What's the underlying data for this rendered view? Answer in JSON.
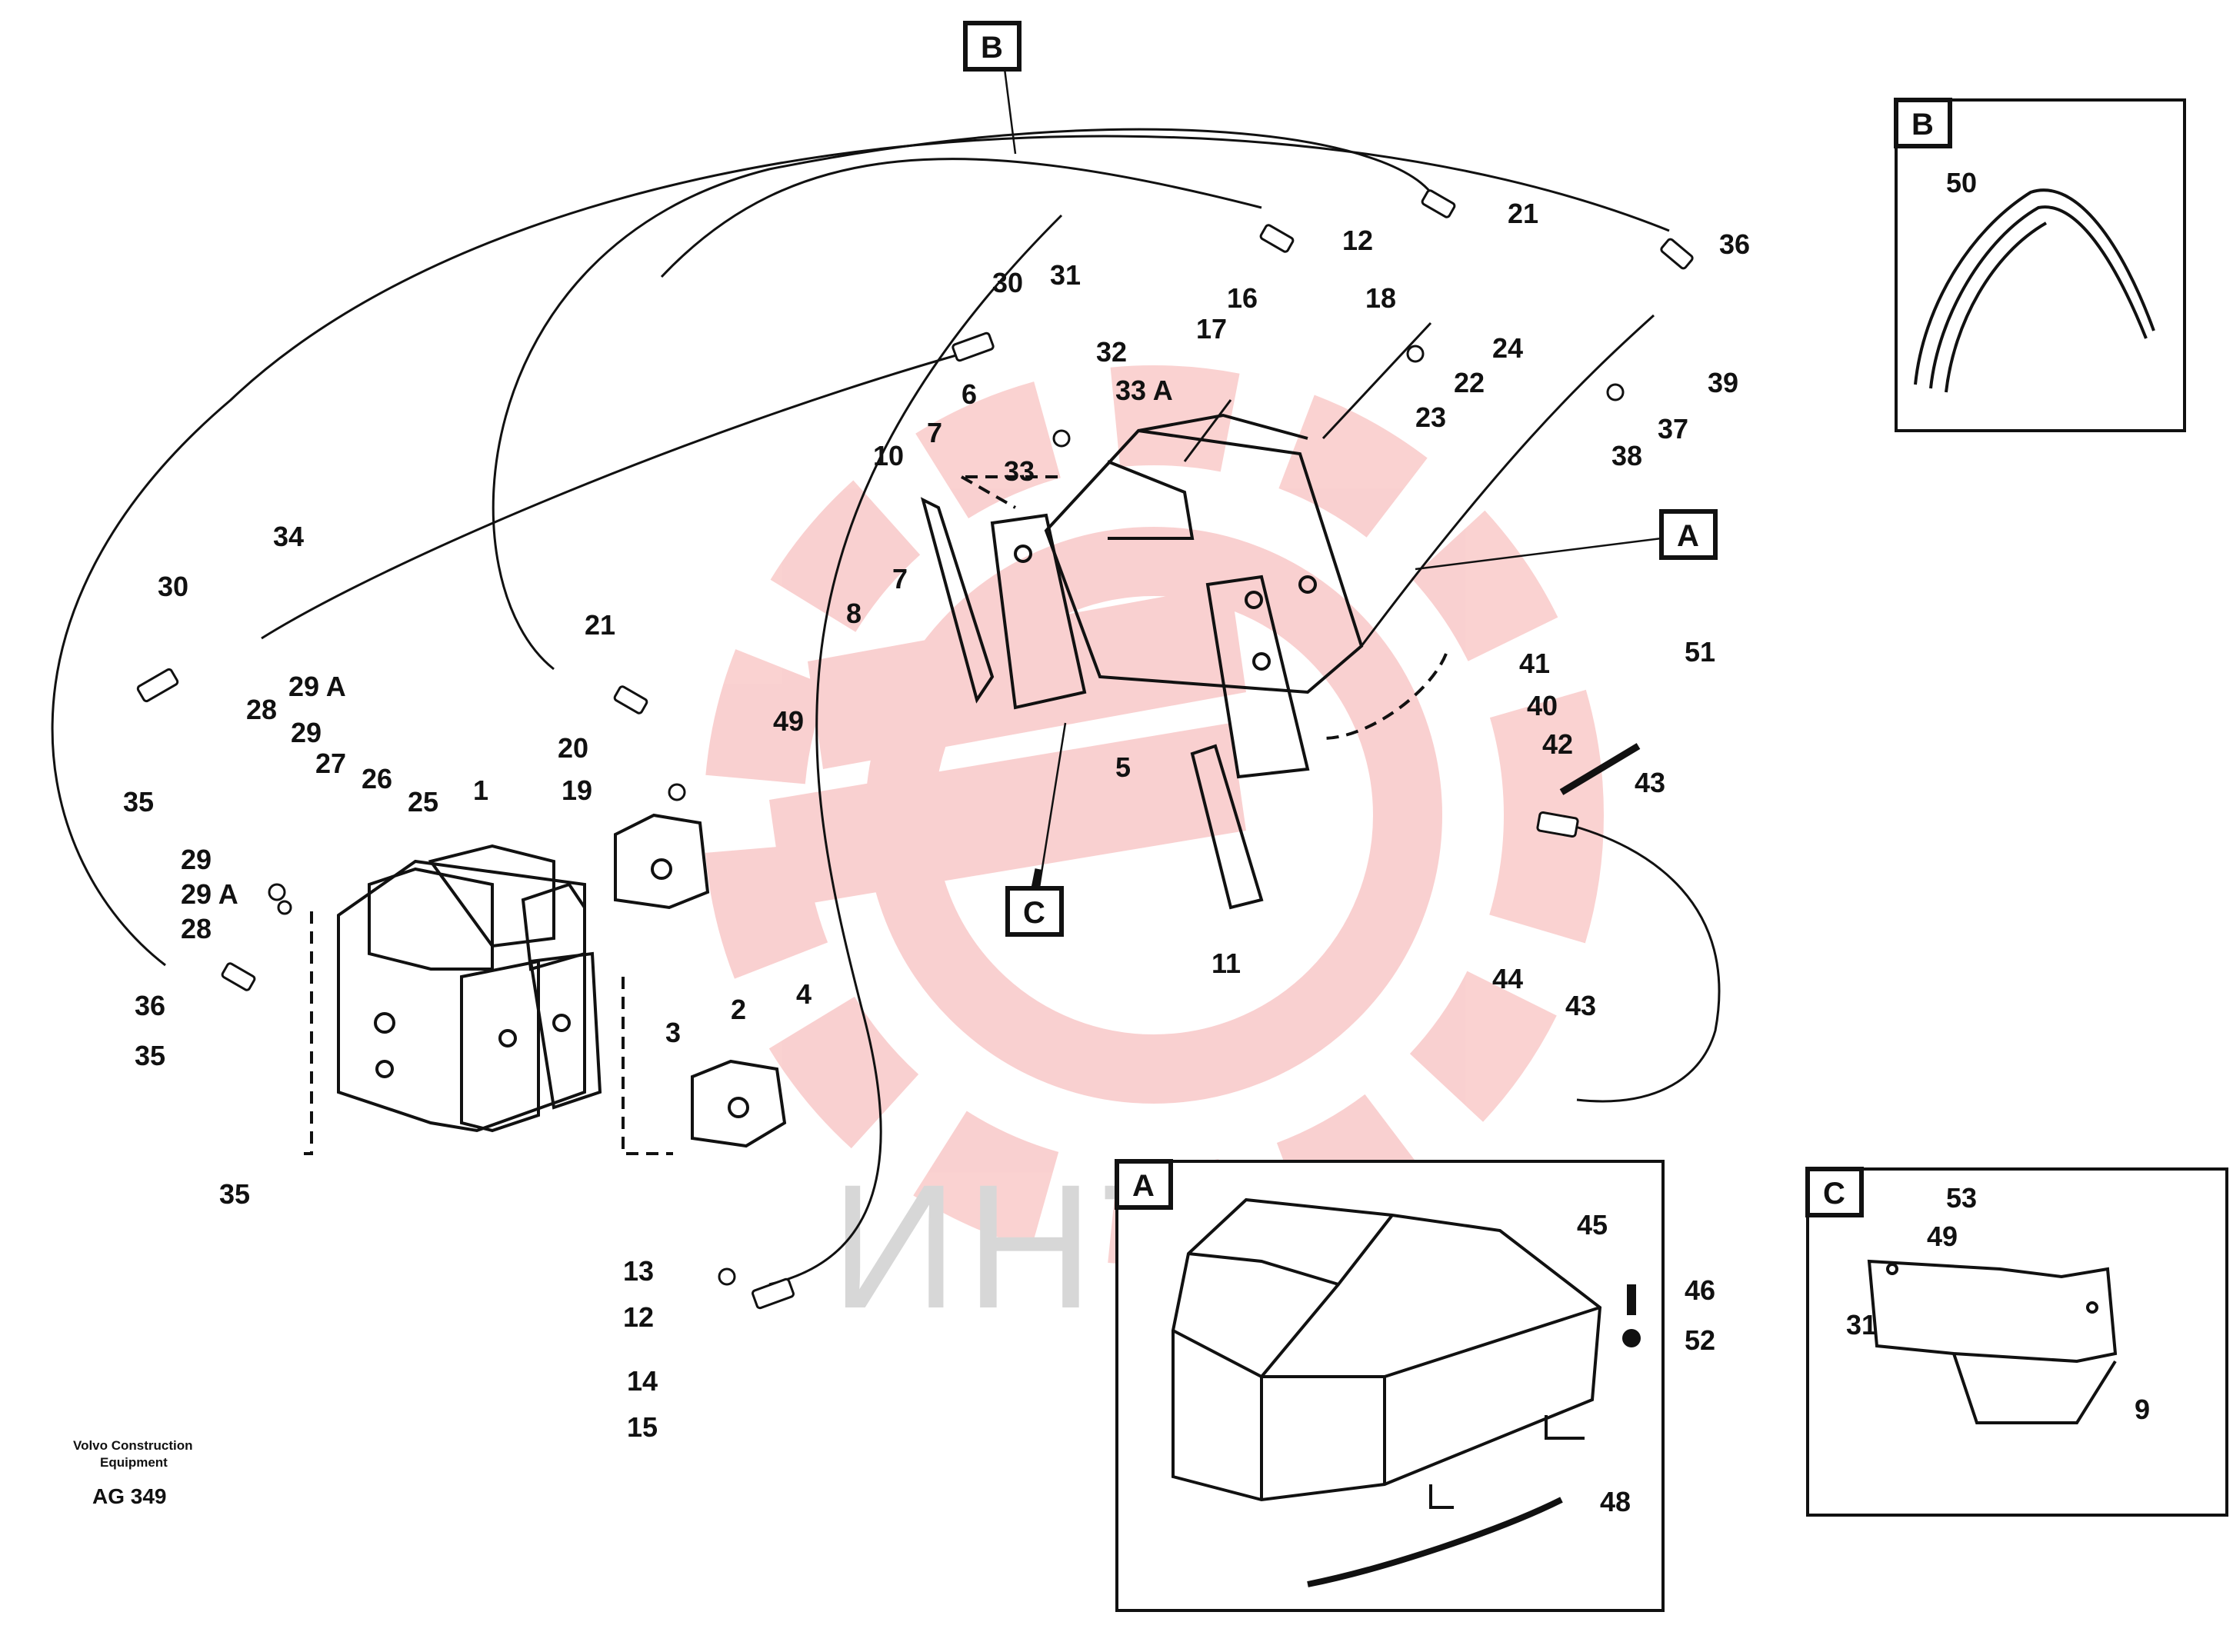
{
  "diagram": {
    "watermark": "ИНТЕХ",
    "footer": {
      "line1": "Volvo Construction",
      "line2": "Equipment",
      "code": "AG 349"
    },
    "frames": {
      "A": "A",
      "B": "B",
      "C": "C"
    },
    "callouts": {
      "B_main": "B",
      "A_main": "A",
      "C_main": "C"
    },
    "labels": {
      "n1": "1",
      "n2": "2",
      "n3": "3",
      "n4": "4",
      "n5": "5",
      "n6": "6",
      "n7a": "7",
      "n7b": "7",
      "n8": "8",
      "n10": "10",
      "n11": "11",
      "n12a": "12",
      "n12b": "12",
      "n13": "13",
      "n14": "14",
      "n15": "15",
      "n16": "16",
      "n17": "17",
      "n18": "18",
      "n19": "19",
      "n20": "20",
      "n21a": "21",
      "n21b": "21",
      "n22": "22",
      "n23": "23",
      "n24": "24",
      "n25": "25",
      "n26": "26",
      "n27": "27",
      "n28a": "28",
      "n28b": "28",
      "n29a": "29",
      "n29b": "29",
      "n29Aa": "29 A",
      "n29Ab": "29 A",
      "n30a": "30",
      "n30b": "30",
      "n31": "31",
      "n32": "32",
      "n33": "33",
      "n33A": "33 A",
      "n34": "34",
      "n35a": "35",
      "n35b": "35",
      "n35c": "35",
      "n36a": "36",
      "n36b": "36",
      "n37": "37",
      "n38": "38",
      "n39": "39",
      "n40": "40",
      "n41": "41",
      "n42": "42",
      "n43a": "43",
      "n43b": "43",
      "n44": "44",
      "n49": "49",
      "n51": "51",
      "a45": "45",
      "a46": "46",
      "a48": "48",
      "a52": "52",
      "b50": "50",
      "c53": "53",
      "c49": "49",
      "c31": "31",
      "c9": "9"
    }
  }
}
